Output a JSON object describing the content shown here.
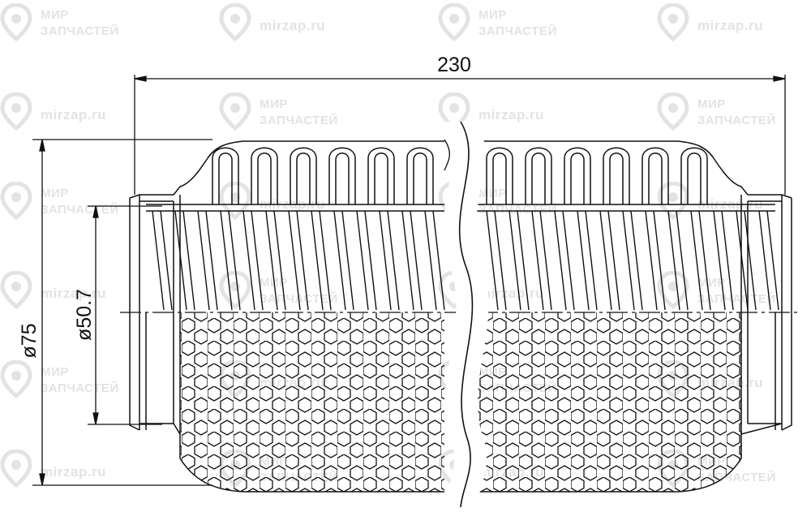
{
  "drawing": {
    "dimensions": {
      "length": "230",
      "outer_diameter": "ø75",
      "inner_diameter": "ø50.7"
    }
  },
  "watermark": {
    "brand_line1": "МИР",
    "brand_line2": "ЗАПЧАСТЕЙ",
    "site": "mirzap.ru",
    "logo": "pin-logo-icon",
    "color": "#e3e3e3"
  },
  "colors": {
    "stroke": "#111111",
    "background": "#ffffff"
  }
}
